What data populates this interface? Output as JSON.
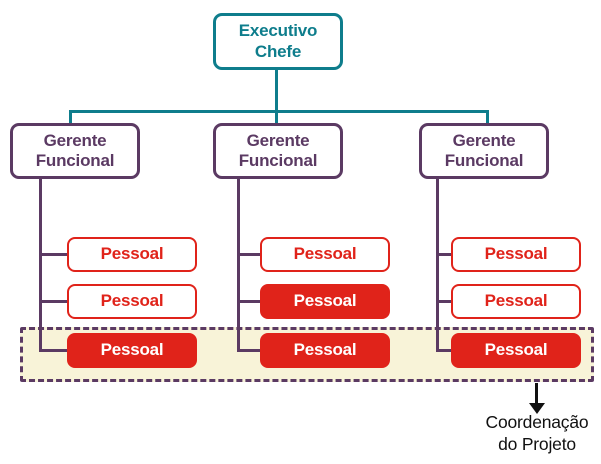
{
  "executive": {
    "label": "Executivo\nChefe"
  },
  "managers": [
    {
      "label": "Gerente\nFuncional"
    },
    {
      "label": "Gerente\nFuncional"
    },
    {
      "label": "Gerente\nFuncional"
    }
  ],
  "columns": [
    {
      "staff": [
        {
          "label": "Pessoal",
          "variant": "outline"
        },
        {
          "label": "Pessoal",
          "variant": "outline"
        },
        {
          "label": "Pessoal",
          "variant": "filled"
        }
      ]
    },
    {
      "staff": [
        {
          "label": "Pessoal",
          "variant": "outline"
        },
        {
          "label": "Pessoal",
          "variant": "filled"
        },
        {
          "label": "Pessoal",
          "variant": "filled"
        }
      ]
    },
    {
      "staff": [
        {
          "label": "Pessoal",
          "variant": "outline"
        },
        {
          "label": "Pessoal",
          "variant": "outline"
        },
        {
          "label": "Pessoal",
          "variant": "filled"
        }
      ]
    }
  ],
  "annotation": {
    "label": "Coordenação\ndo Projeto"
  },
  "colors": {
    "teal": "#0e7d8c",
    "purple": "#5b3a63",
    "red": "#e0231a",
    "cream": "#f8f3d8",
    "black": "#111111"
  }
}
